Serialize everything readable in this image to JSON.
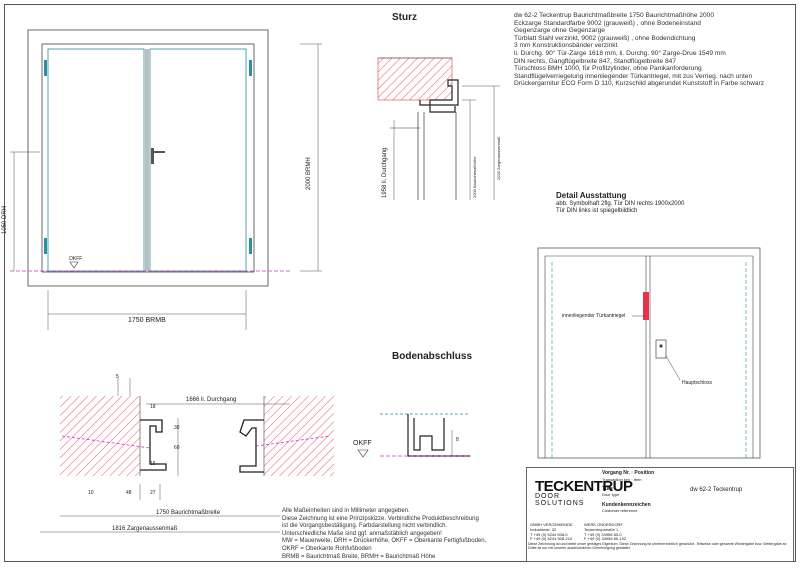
{
  "sections": {
    "sturz": "Sturz",
    "bodenabschluss": "Bodenabschluss",
    "detail": "Detail Ausstattung",
    "detail_sub1": "abb. Symbolhaft 2flg. Tür DIN rechts 1900x2000",
    "detail_sub2": "Tür DIN links ist spiegelbildlich"
  },
  "spec_lines": [
    "dw 62-2 Teckentrup Baurichtmaßbreite 1750 Baurichtmaßhöhe 2000",
    "Eckzarge Standardfarbe 9002 (grauweiß) , ohne Bodeneinstand",
    "Gegenzarge ohne Gegenzarge",
    "Türblatt Stahl verzinkt, 9002 (grauweiß) , ohne Bodendichtung",
    "3 mm Konstruktionsbänder verzinkt",
    "li. Durchg. 90° Tür-Zarge 1618 mm, li. Durchg. 90° Zarge-Drue 1549 mm",
    "DIN rechts, Gangflügelbreite 847, Standflügelbreite 847",
    "Türschloss BMH 1000, für Profilzylinder, ohne Panikanforderung",
    "Standflügelverriegelung innenliegender Türkantriegel, mit zus Verrieg. nach unten",
    "Drückergarnitur ECO Form D 110, Kurzschild abgerundet Kunststoff in Farbe schwarz"
  ],
  "dims": {
    "brmh": "2000 BRMH",
    "drh": "1050 DRH",
    "brmb": "1750 BRMB",
    "okff": "OKFF",
    "durchgang_v": "1958 li. Durchgang",
    "zargenaussen": "2033 Zargenaussenmaß",
    "baurichtmasshoehe": "2000 Baurichtmaßhöhe",
    "durchgang_h": "1666 li. Durchgang",
    "baurichtmassbreite": "1750 Baurichtmaßbreite",
    "zargenaussenmass": "1816 Zargenaussenmaß",
    "d5": "5",
    "d30": "30",
    "d18": "18",
    "d60": "60",
    "d15": "15",
    "d10": "10",
    "d48": "48",
    "d27": "27",
    "d8": "8"
  },
  "detail_labels": {
    "kantriegel": "innenliegender Türkantriegel",
    "hauptschloss": "Hauptschloss"
  },
  "notes": [
    "Alle Maßeinheiten sind in Millimeter angegeben.",
    "Diese Zeichnung ist eine Prinzipskizze. Verbindliche Produktbeschreibung",
    "ist die Vorgangsbestätigung. Farbdarstellung nicht verbindlich.",
    "Unterschiedliche Maße sind ggf. anmaßstäblich angegeben!",
    "MW = Mauerweite, DRH = Drückerhöhe, OKFF = Oberkante Fertigfußboden,",
    "OKRF = Oberkante Rohfußboden",
    "BRMB = Baurichtmaß Breite, BRMH = Baurichtmaß Höhe"
  ],
  "titleblock": {
    "brand": "TECKENTRUP",
    "brand_sub": "DOOR SOLUTIONS",
    "vorgang_label": "Vorgang Nr. · Position",
    "vorgang_sub": "Transaction key · Item",
    "tuere_label": "Türe",
    "tuere_sub": "Door type",
    "tuere_value": "dw 62-2 Teckentrup",
    "kunde_label": "Kundenkennzeichen",
    "kunde_sub": "Customer reference",
    "addr1_a": "GMBH VERGEMEINDE",
    "addr1_b": "Industriestr. 32",
    "addr1_c": "T +49 (0) 5244 508-0",
    "addr1_d": "F +49 (0) 5244 508-210",
    "addr2_a": "WERK GNDERDORF",
    "addr2_b": "Teckentrupstraße 1",
    "addr2_c": "T +49 (0) 34956 85-0",
    "addr2_d": "F +49 (0) 34956 85-102",
    "footer": "Diese Zeichnung ist und bleibt unser geistiges Eigentum. Diese Zeichnung ist urheberrechtlich geschützt. Teilweise oder gesamte Wiedergabe bzw. Weitergabe an Dritte ist nur mit unserer ausdrücklichen Genehmigung gestattet."
  },
  "colors": {
    "hatch": "#e8334a",
    "leaf": "#2a8fa0",
    "magenta": "#cc33cc",
    "line": "#333333"
  }
}
